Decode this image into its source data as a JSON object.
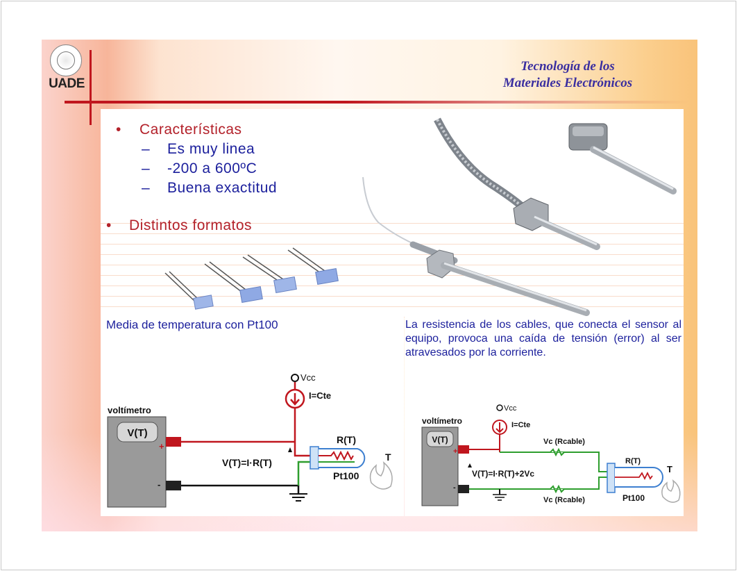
{
  "header": {
    "logo_text": "UADE",
    "title_line1": "Tecnología de los",
    "title_line2": "Materiales Electrónicos"
  },
  "bullets": {
    "item1": "Características",
    "sub1": "Es muy linea",
    "sub2": "-200 a 600ºC",
    "sub3": "Buena exactitud",
    "item2": "Distintos formatos"
  },
  "captions": {
    "left": "Media de temperatura con Pt100",
    "right": "La resistencia de los cables, que conecta el sensor al equipo, provoca una caída de tensión (error) al ser atravesados por la corriente."
  },
  "circuit_left": {
    "voltmeter": "voltímetro",
    "display": "V(T)",
    "vcc": "Vcc",
    "current": "I=Cte",
    "resistor": "R(T)",
    "equation": "V(T)=I·R(T)",
    "sensor": "Pt100",
    "temp": "T",
    "plus": "+",
    "minus": "-"
  },
  "circuit_right": {
    "voltmeter": "voltímetro",
    "display": "V(T)",
    "vcc": "Vcc",
    "current": "I=Cte",
    "cable_top": "Vc (Rcable)",
    "cable_bottom": "Vc (Rcable)",
    "resistor": "R(T)",
    "equation": "V(T)=I·R(T)+2Vc",
    "sensor": "Pt100",
    "temp": "T",
    "plus": "+",
    "minus": "-"
  },
  "colors": {
    "red_wire": "#c0161e",
    "green_wire": "#2e9e2e",
    "black_wire": "#111111",
    "blue_text": "#1b1f9c",
    "title": "#3a2ea0"
  }
}
